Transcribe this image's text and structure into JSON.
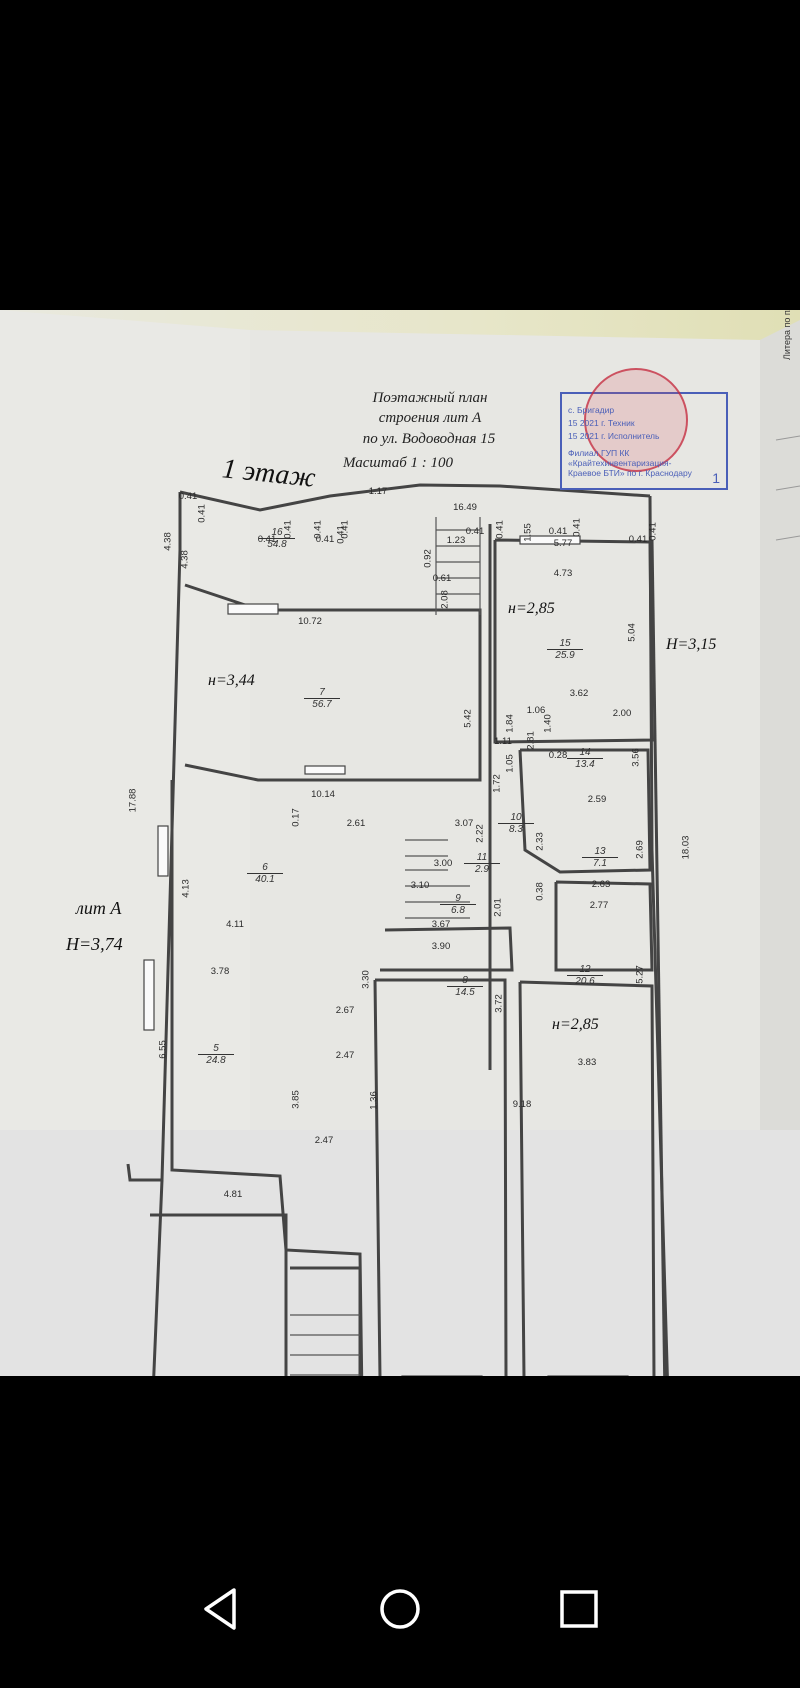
{
  "title": {
    "line1": "Поэтажный план",
    "line2": "строения лит А",
    "line3": "по ул. Водоводная 15",
    "scale": "Масштаб   1 : 100"
  },
  "floor": "1 этаж",
  "lit": {
    "name": "лит А",
    "height": "H=3,74"
  },
  "height_marks": {
    "right": "H=3,15",
    "room7": "н=3,44",
    "room15": "н=2,85",
    "room12": "н=2,85"
  },
  "stamp": {
    "line1": "с. Бригадир",
    "line2": "15   2021 г. Техник",
    "line3": "15   2021 г. Исполнитель",
    "org1": "Филиал ГУП КК",
    "org2": "«Крайтехинвентаризация-",
    "org3": "Краевое БТИ» по г. Краснодару",
    "page": "1",
    "side_text": "Литера по плану"
  },
  "rooms": [
    {
      "number": "16",
      "area": "54.8"
    },
    {
      "number": "7",
      "area": "56.7"
    },
    {
      "number": "15",
      "area": "25.9"
    },
    {
      "number": "14",
      "area": "13.4"
    },
    {
      "number": "10",
      "area": "8.3"
    },
    {
      "number": "13",
      "area": "7.1"
    },
    {
      "number": "6",
      "area": "40.1"
    },
    {
      "number": "11",
      "area": "2.9"
    },
    {
      "number": "9",
      "area": "6.8"
    },
    {
      "number": "8",
      "area": "14.5"
    },
    {
      "number": "12",
      "area": "20.6"
    },
    {
      "number": "5",
      "area": "24.8"
    }
  ],
  "dims": {
    "d1": "0.41",
    "d2": "0.41",
    "d3": "4.38",
    "d4": "4.38",
    "d5": "1.17",
    "d6": "16.49",
    "d7": "0.41",
    "d8": "0.41",
    "d9": "0.41",
    "d10": "0.41",
    "d11": "0.41",
    "d12": "0.41",
    "d13": "1.23",
    "d14": "0.41",
    "d15": "0.41",
    "d16": "1.55",
    "d17": "0.41",
    "d18": "0.41",
    "d19": "0.41",
    "d20": "0.41",
    "d21": "5.77",
    "d22": "0.92",
    "d23": "0.61",
    "d24": "4.73",
    "d25": "2.08",
    "d26": "10.72",
    "d27": "5.04",
    "d28": "3.62",
    "d29": "5.42",
    "d30": "1.06",
    "d31": "2.00",
    "d32": "1.84",
    "d33": "1.40",
    "d34": "1.11",
    "d35": "2.81",
    "d36": "0.28",
    "d37": "1.05",
    "d38": "3.56",
    "d39": "1.72",
    "d40": "2.59",
    "d41": "17.88",
    "d42": "10.14",
    "d43": "0.17",
    "d44": "2.61",
    "d45": "3.07",
    "d46": "2.22",
    "d47": "2.33",
    "d48": "2.69",
    "d49": "18.03",
    "d50": "3.00",
    "d51": "4.13",
    "d52": "3.10",
    "d53": "0.38",
    "d54": "2.63",
    "d55": "2.77",
    "d56": "2.01",
    "d57": "4.11",
    "d58": "3.67",
    "d59": "3.90",
    "d60": "3.78",
    "d61": "3.30",
    "d62": "5.27",
    "d63": "3.72",
    "d64": "2.67",
    "d65": "6.55",
    "d66": "2.47",
    "d67": "3.83",
    "d68": "3.85",
    "d69": "1.36",
    "d70": "9.18",
    "d71": "2.47",
    "d72": "4.81"
  },
  "nav": {
    "back": "back-button",
    "home": "home-button",
    "recents": "recents-button"
  },
  "colors": {
    "ink": "#3a3a3a",
    "stamp_blue": "#4a5fb8",
    "seal_red": "#c4283c"
  }
}
